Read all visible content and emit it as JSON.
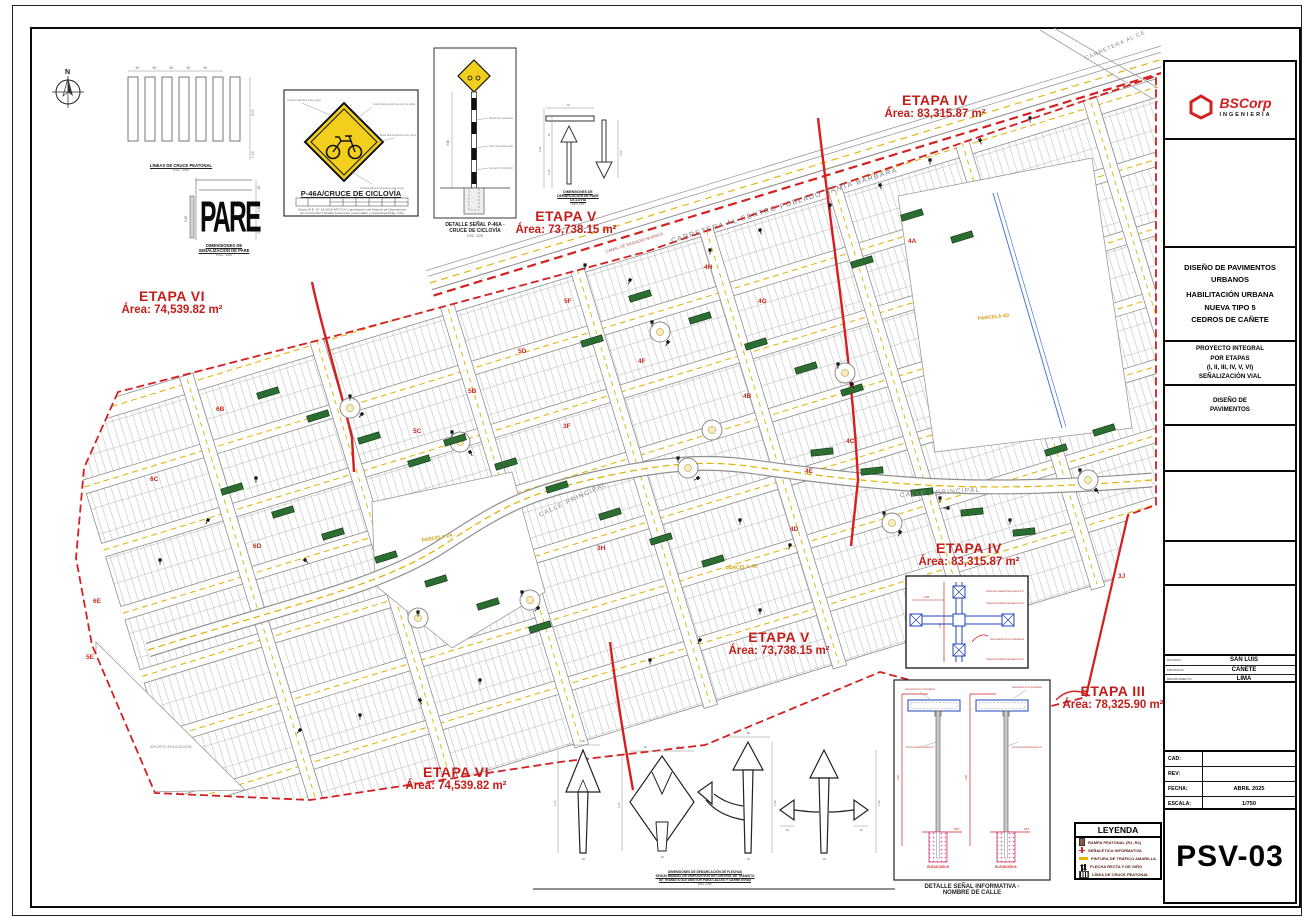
{
  "sheet": {
    "north": "N",
    "roads": {
      "carretera_top": "CARRETERA AL CENTRO POBLADO SANTA BÁRBARA",
      "carretera_corner": "CARRETERA AL CE",
      "canal": "CANAL DE REGADÍO NUANCA",
      "calle_principal_a": "CALLE PRINCIPAL",
      "calle_principal_b": "CALLE - PRINCIPAL"
    }
  },
  "etapas": [
    {
      "name": "ETAPA IV",
      "area": "Área: 83,315.87 m²"
    },
    {
      "name": "ETAPA V",
      "area": "Área: 73,738.15 m²"
    },
    {
      "name": "ETAPA VI",
      "area": "Área: 74,539.82 m²"
    },
    {
      "name": "ETAPA IV",
      "area": "Área: 83,315.87 m²"
    },
    {
      "name": "ETAPA V",
      "area": "Área: 73,738.15 m²"
    },
    {
      "name": "ETAPA III",
      "area": "Área: 78,325.90 m²"
    },
    {
      "name": "ETAPA VI",
      "area": "Área: 74,539.82 m²"
    }
  ],
  "plan": {
    "block_labels": [
      "3F",
      "3H",
      "3J",
      "4A",
      "4B",
      "4C",
      "4D",
      "4E",
      "4F",
      "4G",
      "4H",
      "5B",
      "5C",
      "5D",
      "5E",
      "5F",
      "6B",
      "6C",
      "6D",
      "6E"
    ],
    "parcel_labels": [
      "PARCELA 4D",
      "PARCELA 2A",
      "PARCELA 4B"
    ],
    "aporte_label": "APORTE EDUCACIÓN"
  },
  "details": {
    "crosswalk": {
      "caption": "LÍNEAS DE CRUCE PEATONAL",
      "scale": "ESC: 1/50",
      "dim_top": ".50",
      "dim_r1": "3.00",
      "dim_r2": "1.00"
    },
    "pare": {
      "caption1": "DIMENSIONES DE",
      "caption2": "SEÑALIZACIÓN DE PARE",
      "scale": "ESC: 1/50",
      "dim_h": "5.60",
      "dim_1": "2.00",
      "dim_2": "1.50",
      "dim_3": ".80",
      "word": "PARE"
    },
    "p46a": {
      "title": "P-46A/CRUCE DE CICLOVÍA",
      "callout_1": "Lámina reflectiva color negro",
      "callout_2": "Fondo lámina reflectiva color amarillo",
      "callout_3": "Borde lámina reflectiva color negro",
      "callout_4": "Símbolo lámina reflectiva color negro",
      "note_1": "Según R.D. N° 16-2016-MTC/14.1 aprobación del Manual de Dispositivos",
      "note_2": "de Control del Tránsito Automotor para Calles y Carreteras (Pág. 212)"
    },
    "post": {
      "caption_1": "DETALLE SEÑAL P-46A -",
      "caption_2": "CRUCE DE CICLOVÍA",
      "scale": "ESC: 1/25",
      "callout_1": "Placa de fierro galvanizado",
      "callout_2": "Tubo de fierro pintura esmalte",
      "callout_3": "Concreto f'c=140 kg/cm²",
      "dim": "3.60"
    },
    "pare_ciclovia": {
      "caption_1": "DIMENSIONES DE",
      "caption_2": "DEMARCACIÓN DE PARE",
      "caption_3": "CICLOVÍA",
      "scale": "ESC 1/50",
      "d1": "1.80",
      "d2": "1.20",
      "d3": ".50",
      "d4": "1.00",
      "d5": ".20",
      "d6": "2.00",
      "d7": ".70"
    },
    "arrows": {
      "caption_1": "DIMENSIONES DE DEMARCACIÓN DE FLECHAS",
      "caption_2": "SEGÚN MANUAL DE DISPOSITIVOS DE CONTROL DE TRÁNSITO",
      "caption_3": "DE TRÁNSITO AUTOMOTOR PARA CALLES Y CARRETERAS",
      "scale": "ESC: 1/50",
      "d1": "2.40",
      "d2": ".80",
      "d3": ".40",
      "d4": "1.20"
    },
    "frame_detail": {
      "c1": "Tubo de Fierro Cuadrado Pintado regular de 2\"x2\"",
      "c2": "Tubo de Fierro Cuadrado Pintado aparejo de 2\"x2\"",
      "c3": "Lámina retráctil de 3m con vinil autoadhesivo",
      "c4": "Tubo de Fierro Cuadrado Pintado aparejo de 2\"x2\"",
      "d1": "4.05",
      "d2": "2.08"
    },
    "street_sign": {
      "caption_1": "DETALLE SEÑAL INFORMATIVA -",
      "caption_2": "NOMBRE DE CALLE",
      "scale": "ESC: 1/25",
      "elev_a": "ELEVACIÓN  A",
      "elev_b": "ELEVACIÓN  B",
      "c1": "Lámina retráctil de 3m con vinil autoadhesivo",
      "c2": "Tubo de Fierro Cuadrado Pintado aparejo de 2\"x2\"",
      "npt": "NPT",
      "d1": "2.00",
      "d2": "0.40",
      "d3": "0.60"
    }
  },
  "legend": {
    "title": "LEYENDA",
    "items": [
      {
        "icon": "ramp-icon",
        "label": "RAMPA PEATONAL (R1, R2)"
      },
      {
        "icon": "plus-icon",
        "label": "SEÑALÉTICA INFORMATIVA"
      },
      {
        "icon": "yellow-line-icon",
        "label": "PINTURA DE TRÁFICO AMARILLA"
      },
      {
        "icon": "arrows-icon",
        "label": "FLECHA RECTA Y DE GIRO"
      },
      {
        "icon": "crosswalk-icon",
        "label": "LÍNEA DE CRUCE PEATONAL"
      }
    ]
  },
  "title_block": {
    "company": "BSCorp",
    "company_sub": "INGENIERÍA",
    "project_lines": [
      "DISEÑO DE PAVIMENTOS",
      "URBANOS",
      "HABILITACIÓN URBANA",
      "NUEVA TIPO 5",
      "CEDROS DE CAÑETE"
    ],
    "stage_lines": [
      "PROYECTO INTEGRAL",
      "POR ETAPAS",
      "(I, II, III, IV, V, VI)",
      "SEÑALIZACIÓN VIAL"
    ],
    "discipline_lines": [
      "DISEÑO DE",
      "PAVIMENTOS"
    ],
    "location": [
      {
        "label": "DISTRITO:",
        "value": "SAN LUIS"
      },
      {
        "label": "PROVINCIA:",
        "value": "CAÑETE"
      },
      {
        "label": "DEPARTAMENTO:",
        "value": "LIMA"
      }
    ],
    "meta": [
      {
        "label": "CAD:",
        "value": ""
      },
      {
        "label": "REV:",
        "value": ""
      },
      {
        "label": "FECHA:",
        "value": "ABRIL 2025"
      },
      {
        "label": "ESCALA:",
        "value": "1/750"
      }
    ],
    "sheet_number": "PSV-03"
  }
}
